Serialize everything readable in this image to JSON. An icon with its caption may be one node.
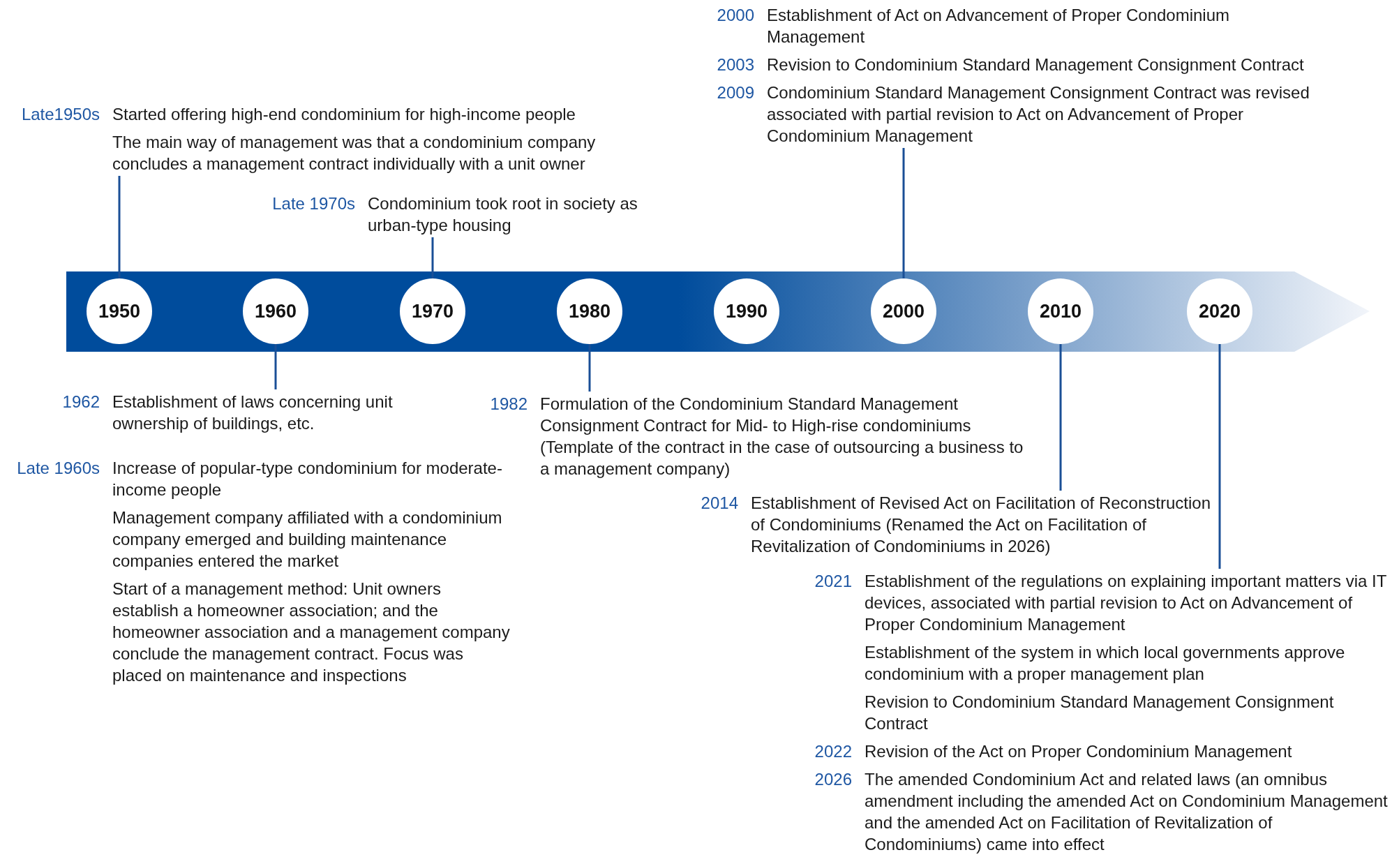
{
  "diagram": {
    "nodes": [
      {
        "text": [
          "1950"
        ]
      },
      {
        "text": [
          "1960"
        ]
      },
      {
        "text": [
          "1970"
        ]
      },
      {
        "text": [
          "1980"
        ]
      },
      {
        "text": [
          "1990"
        ]
      },
      {
        "text": [
          "2000"
        ]
      },
      {
        "text": [
          "2010"
        ]
      },
      {
        "text": [
          "2020"
        ]
      },
      {
        "text": [
          "Late1950s",
          "Started offering high-end condominium for high-income people",
          "The main way of management was that a condominium company concludes a management contract individually with a unit owner"
        ]
      },
      {
        "text": [
          "Late 1970s",
          "Condominium took root in society as urban-type housing"
        ]
      },
      {
        "text": [
          "2000",
          "Establishment of Act on Advancement of Proper Condominium Management",
          "2003",
          "Revision to Condominium Standard Management Consignment Contract",
          "2009",
          "Condominium Standard Management Consignment Contract was revised associated with partial revision to Act on Advancement of Proper Condominium Management"
        ]
      },
      {
        "text": [
          "1962",
          "Establishment of laws concerning unit ownership of buildings, etc."
        ]
      },
      {
        "text": [
          "Late 1960s",
          "Increase of popular-type condominium for moderate-income people",
          "Management company affiliated with a condominium company emerged and building maintenance companies entered the market",
          "Start of a management method: Unit owners establish a homeowner association; and the homeowner association and a management company conclude the management contract. Focus was placed on maintenance and inspections"
        ]
      },
      {
        "text": [
          "1982",
          "Formulation of the Condominium Standard Management Consignment Contract for Mid- to High-rise condominiums (Template of the contract in the case of outsourcing a business to a management company)"
        ]
      },
      {
        "text": [
          "2014",
          "Establishment of Revised Act on Facilitation of Reconstruction of Condominiums (Renamed the Act on Facilitation of Revitalization of Condominiums in 2026)"
        ]
      },
      {
        "text": [
          "2021",
          "Establishment of the regulations on explaining important matters via IT devices, associated with partial revision to Act on Advancement of Proper Condominium Management",
          "Establishment of the system in which local governments approve condominium with a proper management plan",
          "Revision to Condominium Standard Management Consignment Contract",
          "2022",
          "Revision of the Act on Proper Condominium Management",
          "2026",
          "The amended Condominium Act and related laws (an omnibus amendment including the amended Act on Condominium Management and the amended Act on Facilitation of Revitalization of Condominiums) came into effect"
        ]
      }
    ],
    "edges": [
      {
        "from": 8,
        "to": 0,
        "arrow": "none"
      },
      {
        "from": 11,
        "to": 1,
        "arrow": "none"
      },
      {
        "from": 9,
        "to": 2,
        "arrow": "none"
      },
      {
        "from": 13,
        "to": 3,
        "arrow": "none"
      },
      {
        "from": 10,
        "to": 5,
        "arrow": "none"
      },
      {
        "from": 14,
        "to": 6,
        "arrow": "none"
      },
      {
        "from": 15,
        "to": 7,
        "arrow": "none"
      }
    ]
  }
}
